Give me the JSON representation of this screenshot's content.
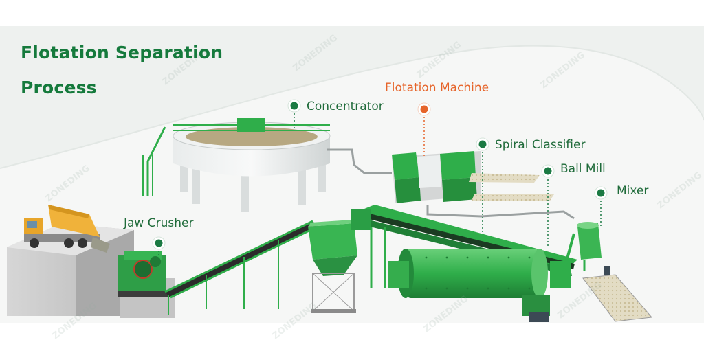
{
  "title": {
    "line1": "Flotation Separation",
    "line2": "Process"
  },
  "labels": {
    "concentrator": "Concentrator",
    "flotation_machine": "Flotation Machine",
    "spiral_classifier": "Spiral Classifier",
    "ball_mill": "Ball Mill",
    "mixer": "Mixer",
    "jaw_crusher": "Jaw Crusher"
  },
  "watermark": "ZONEDING",
  "colors": {
    "title": "#157a3c",
    "label": "#1f6b3a",
    "highlight": "#e6642a",
    "equipment_green": "#2fae4a",
    "marker_green": "#1b7a43"
  }
}
